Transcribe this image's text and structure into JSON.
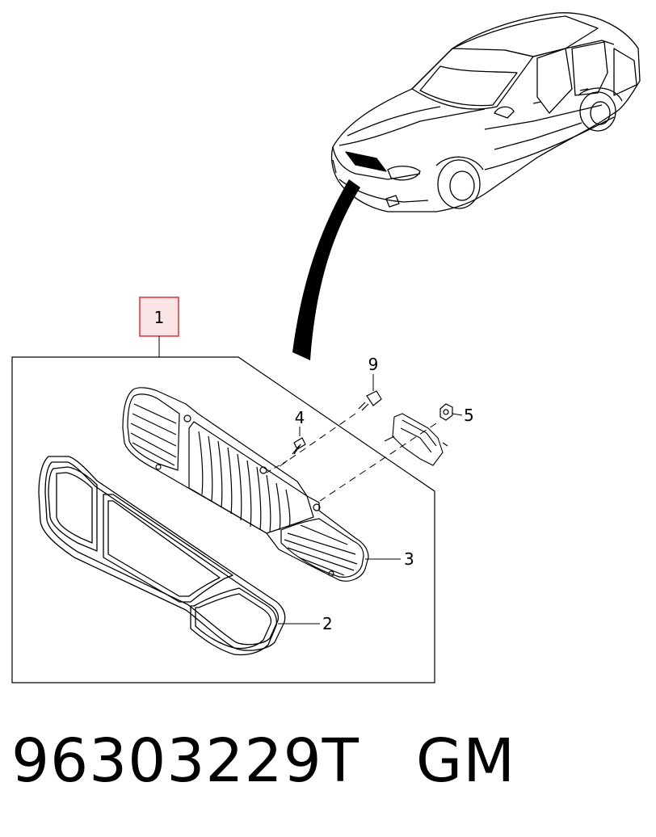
{
  "diagram": {
    "callouts": {
      "assembly": "1",
      "part_2": "2",
      "part_3": "3",
      "part_4": "4",
      "part_5": "5",
      "part_9": "9"
    },
    "colors": {
      "line": "#000000",
      "callout_box_border": "#e0313a",
      "callout_box_fill": "#fbe4e6"
    }
  },
  "footer": {
    "part_number": "96303229T",
    "brand": "GM"
  }
}
